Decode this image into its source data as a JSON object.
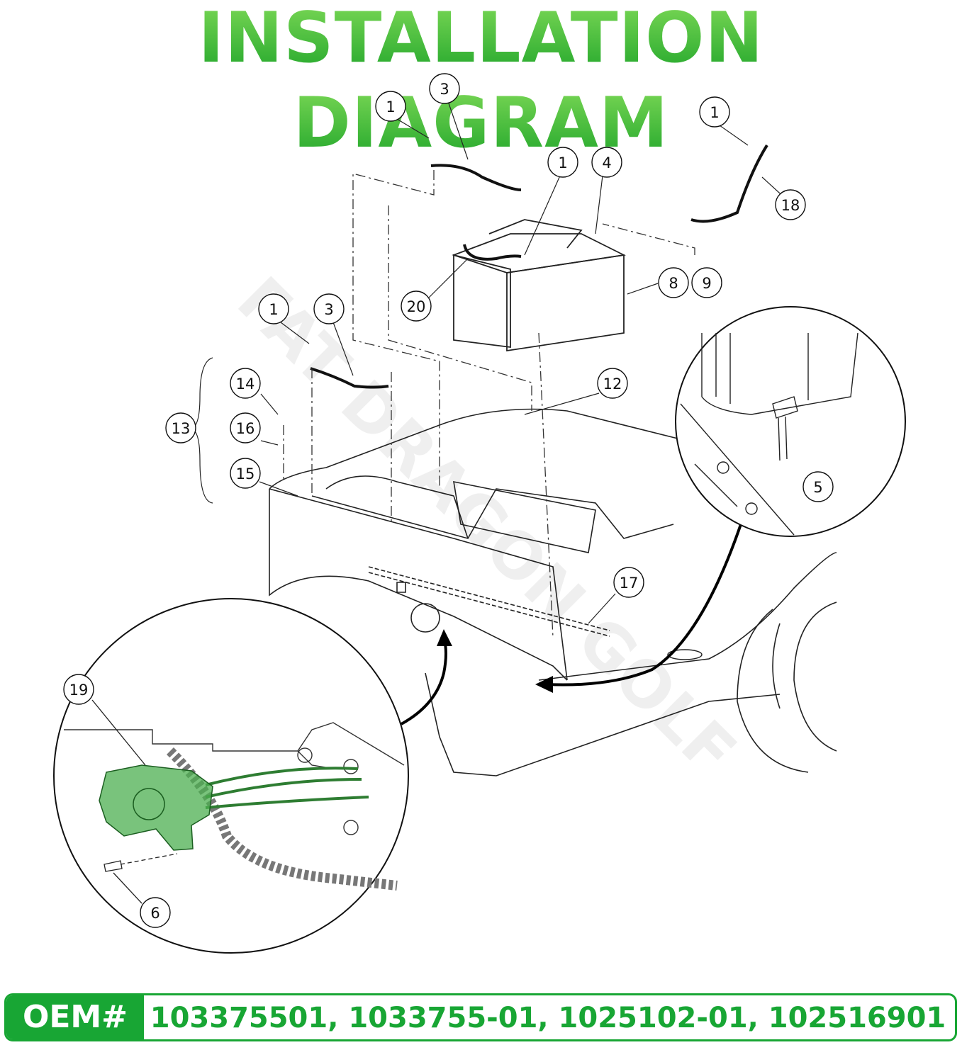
{
  "title": "INSTALLATION DIAGRAM",
  "watermark": "FAT DRAGON GOLF",
  "callouts": [
    "1",
    "3",
    "1",
    "1",
    "4",
    "18",
    "8",
    "9",
    "20",
    "1",
    "3",
    "12",
    "14",
    "13",
    "16",
    "15",
    "5",
    "17",
    "19",
    "6"
  ],
  "footer": {
    "label": "OEM#",
    "value": "103375501, 1033755-01, 1025102-01, 102516901"
  },
  "colors": {
    "accent": "#18a634",
    "title_light": "#7ed957",
    "highlight": "#4caf50"
  }
}
